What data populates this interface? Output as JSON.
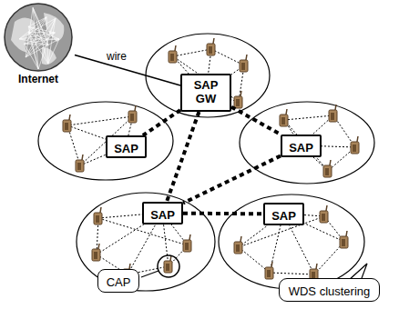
{
  "diagram": {
    "nodes": [
      {
        "text": [
          "Internet"
        ]
      },
      {
        "text": [
          "SAP GW"
        ]
      },
      {
        "text": [
          "SAP"
        ]
      },
      {
        "text": [
          "SAP"
        ]
      },
      {
        "text": [
          "SAP"
        ]
      },
      {
        "text": [
          "SAP"
        ]
      },
      {
        "text": [
          "CAP"
        ]
      },
      {
        "text": [
          "WDS clustering"
        ]
      }
    ],
    "edges": [
      {
        "from": 0,
        "to": 1,
        "label": "wire",
        "arrow": "none"
      },
      {
        "from": 1,
        "to": 2,
        "arrow": "none"
      },
      {
        "from": 1,
        "to": 3,
        "arrow": "none"
      },
      {
        "from": 1,
        "to": 4,
        "arrow": "none"
      },
      {
        "from": 3,
        "to": 4,
        "arrow": "none"
      },
      {
        "from": 4,
        "to": 5,
        "arrow": "none"
      }
    ]
  }
}
